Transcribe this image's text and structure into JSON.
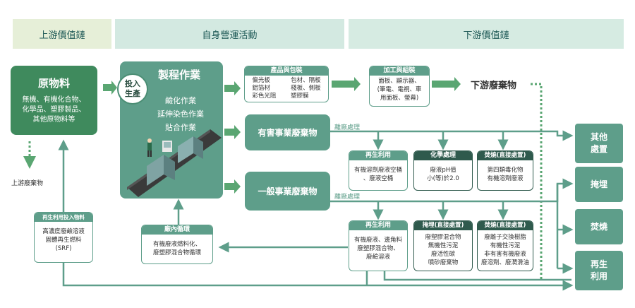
{
  "headers": {
    "upstream": "上游價值鏈",
    "own": "自身營運活動",
    "downstream": "下游價值鏈"
  },
  "raw": {
    "title": "原物料",
    "lines": [
      "無機、有機化合物、",
      "化學品、塑膠製品、",
      "其他原物料等"
    ]
  },
  "upstream_waste": "上游廢棄物",
  "input_circle": [
    "投入",
    "生產"
  ],
  "process": {
    "title": "製程作業",
    "lines": [
      "鹼化作業",
      "延伸染色作業",
      "貼合作業"
    ]
  },
  "product": {
    "title": "產品與包裝",
    "col1": [
      "偏光板",
      "鋁箔材",
      "彩色光阻"
    ],
    "col2": [
      "包材、隔板",
      "棧板、側板",
      "塑膠膜"
    ]
  },
  "assembly": {
    "title": "加工與組裝",
    "lines": [
      "面板、顯示器、",
      "(筆電、電視、車",
      "用面板、螢幕)"
    ]
  },
  "downstream_waste": "下游廢棄物",
  "hazardous": "有害事業廢棄物",
  "general": "一般事業廢棄物",
  "offsite1": "離廠處理",
  "offsite2": "離廠處理",
  "recycle1": {
    "title": "再生利用",
    "lines": [
      "有機溶劑廢液空桶",
      "、廢液空桶"
    ]
  },
  "chem": {
    "title": "化學處理",
    "lines": [
      "廢液pH值",
      "小(等)於2.0"
    ]
  },
  "incin1": {
    "title": "焚燒(直接處置)",
    "lines": [
      "第四類毒化物",
      "有機溶劑廢液"
    ]
  },
  "recycle2": {
    "title": "再生利用",
    "lines": [
      "有機廢液、邊角料",
      "廢塑膠混合物、",
      "廢鹼溶液"
    ]
  },
  "landfill": {
    "title": "掩埋(直接處置)",
    "lines": [
      "廢塑膠混合物",
      "無機性污泥",
      "廢活性碳",
      "噴砂廢棄物"
    ]
  },
  "incin2": {
    "title": "焚燒(直接處置)",
    "lines": [
      "廢離子交換樹脂",
      "有機性污泥",
      "非有害有機廢液",
      "廢溶劑、廢潤滑油"
    ]
  },
  "inplant": {
    "title": "廠內循環",
    "lines": [
      "有機廢液燃料化、",
      "廢塑膠混合物循環"
    ]
  },
  "reuse": {
    "title": "再生利用投入物料",
    "lines": [
      "高濃度廢鹼溶液",
      "固體再生燃料",
      "(SRF)"
    ]
  },
  "outcomes": [
    "其他\n處置",
    "掩埋",
    "焚燒",
    "再生\n利用"
  ],
  "colors": {
    "dark": "#3f8a5d",
    "teal": "#5e9e8a",
    "light": "#d8e8d9",
    "arrow": "#5aa672"
  }
}
